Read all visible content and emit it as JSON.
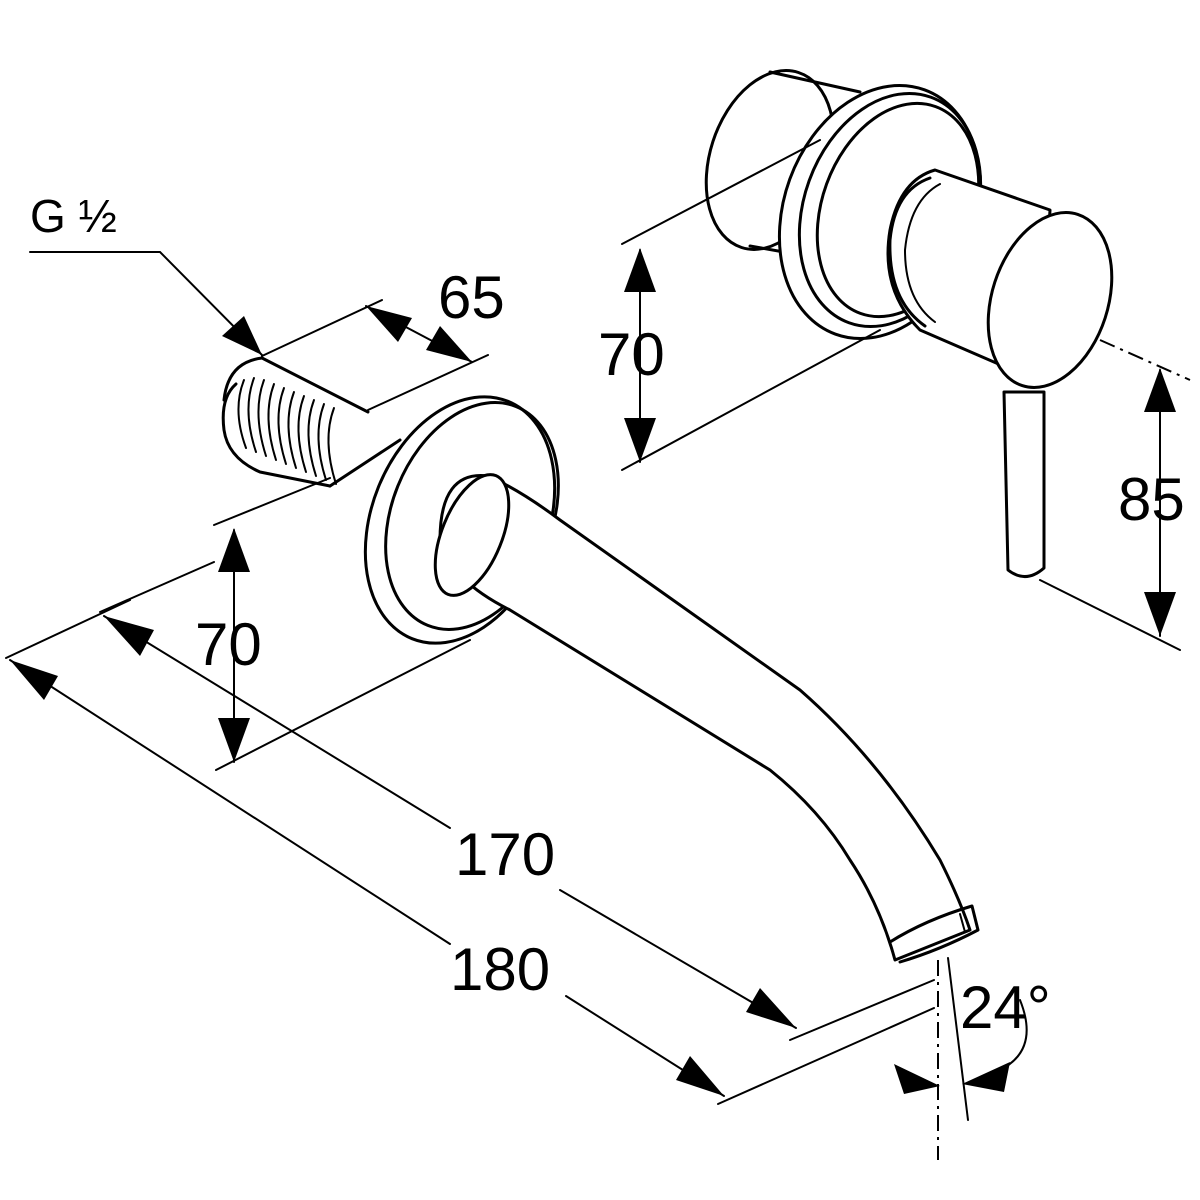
{
  "labels": {
    "thread": "G ½",
    "pipe_length": "65",
    "spout_height": "70",
    "spout_projection_inner": "170",
    "spout_projection_outer": "180",
    "angle": "24°",
    "mixer_height": "70",
    "lever_length": "85"
  }
}
